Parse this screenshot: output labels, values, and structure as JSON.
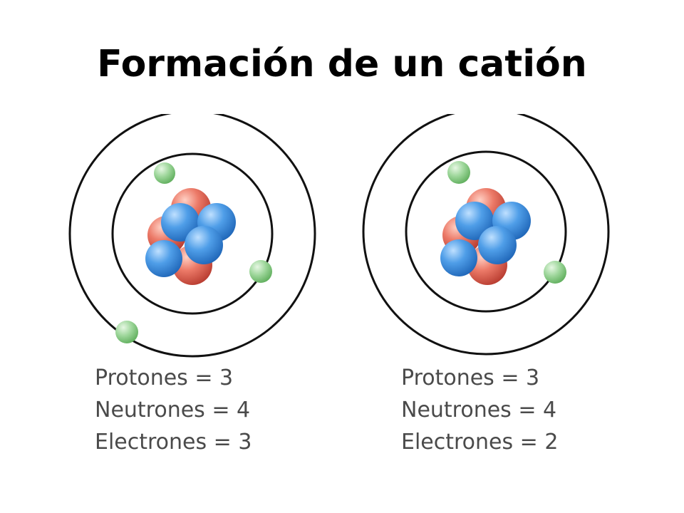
{
  "title": "Formación de un catión",
  "colors": {
    "orbit": "#111111",
    "electron": "#8fd18f",
    "proton": "#e46a5a",
    "neutron": "#3a8fe0",
    "label_text": "#4a4a4a"
  },
  "atoms": [
    {
      "id": "neutral-atom",
      "counts": [
        "Protones = 3",
        "Neutrones = 4",
        "Electrones = 3"
      ],
      "protons": 3,
      "neutrons": 4,
      "electrons": 3
    },
    {
      "id": "cation",
      "counts": [
        "Protones = 3",
        "Neutrones = 4",
        "Electrones = 2"
      ],
      "protons": 3,
      "neutrons": 4,
      "electrons": 2
    }
  ]
}
